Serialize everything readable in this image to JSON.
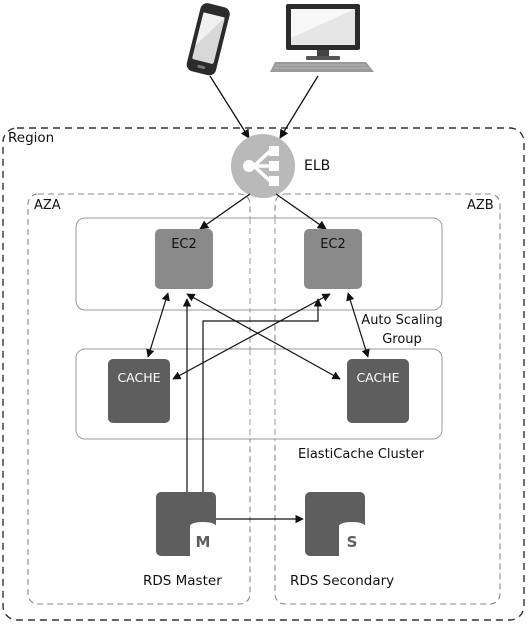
{
  "region_label": "Region",
  "az_a_label": "AZA",
  "az_b_label": "AZB",
  "elb_label": "ELB",
  "ec2_a_label": "EC2",
  "ec2_b_label": "EC2",
  "cache_a_label": "CACHE",
  "cache_b_label": "CACHE",
  "asg_label_line1": "Auto Scaling",
  "asg_label_line2": "Group",
  "elasticache_label": "ElastiCache Cluster",
  "rds_master_label": "RDS Master",
  "rds_secondary_label": "RDS Secondary",
  "rds_master_badge": "M",
  "rds_secondary_badge": "S",
  "icons": [
    "mobile-phone-icon",
    "desktop-computer-icon",
    "load-balancer-icon",
    "database-icon"
  ],
  "colors": {
    "node_dark": "#5e5e5e",
    "node_ec2": "#8a8a8a",
    "elb_circle": "#b8b8b8",
    "border": "#555555"
  }
}
